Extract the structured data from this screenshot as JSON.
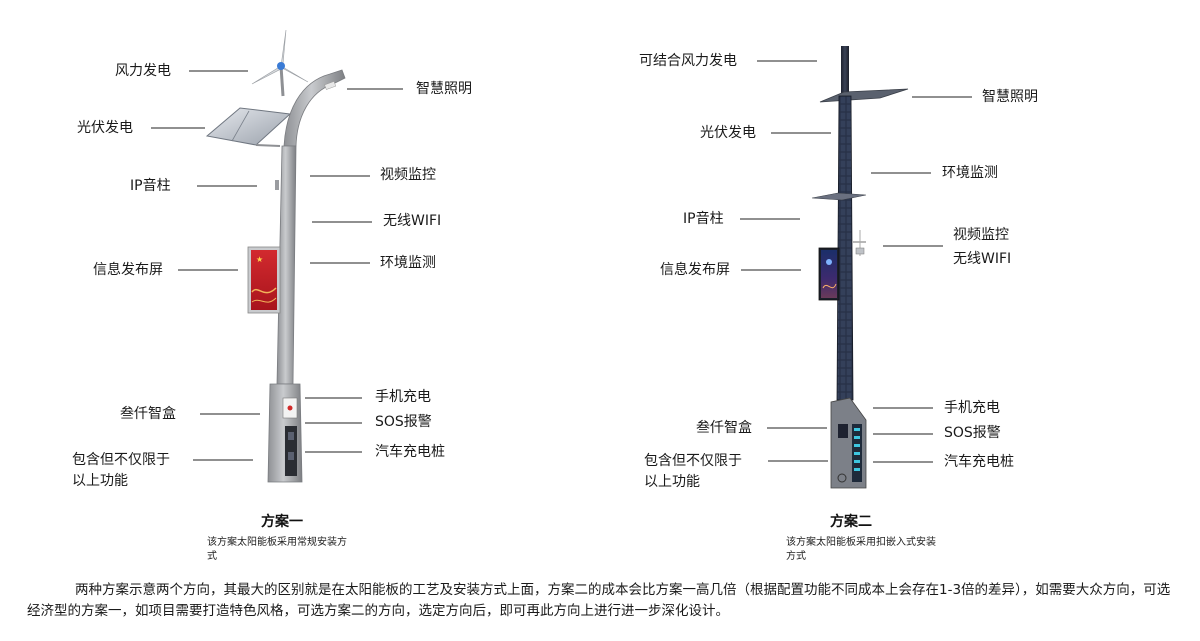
{
  "scheme1": {
    "caption": "方案一",
    "subcaption": "该方案太阳能板采用常规安装方式",
    "labels": {
      "wind": "风力发电",
      "smart_light": "智慧照明",
      "solar": "光伏发电",
      "video": "视频监控",
      "ip_speaker": "IP音柱",
      "wifi": "无线WIFI",
      "env": "环境监测",
      "info_screen": "信息发布屏",
      "phone_charge": "手机充电",
      "smart_box": "叁仟智盒",
      "sos": "SOS报警",
      "ev_charge": "汽车充电桩",
      "more_line1": "包含但不仅限于",
      "more_line2": "以上功能"
    }
  },
  "scheme2": {
    "caption": "方案二",
    "subcaption": "该方案太阳能板采用扣嵌入式安装方式",
    "labels": {
      "wind": "可结合风力发电",
      "smart_light": "智慧照明",
      "solar": "光伏发电",
      "env": "环境监测",
      "ip_speaker": "IP音柱",
      "video": "视频监控",
      "wifi": "无线WIFI",
      "info_screen": "信息发布屏",
      "phone_charge": "手机充电",
      "smart_box": "叁仟智盒",
      "sos": "SOS报警",
      "ev_charge": "汽车充电桩",
      "more_line1": "包含但不仅限于",
      "more_line2": "以上功能"
    }
  },
  "summary": "两种方案示意两个方向，其最大的区别就是在太阳能板的工艺及安装方式上面，方案二的成本会比方案一高几倍（根据配置功能不同成本上会存在1-3倍的差异），如需要大众方向，可选经济型的方案一，如项目需要打造特色风格，可选方案二的方向，选定方向后，即可再此方向上进行进一步深化设计。",
  "colors": {
    "pole_gray": "#a9abae",
    "pole_dark": "#2b3140",
    "screen_red": "#c4202a",
    "line": "#222222"
  }
}
